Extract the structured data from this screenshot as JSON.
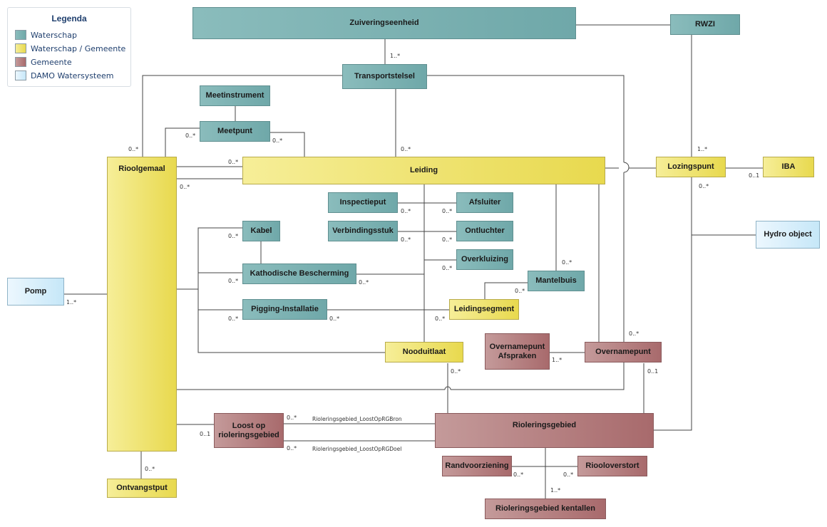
{
  "legend": {
    "title": "Legenda",
    "items": [
      {
        "label": "Waterschap",
        "color": "#7fb3b4"
      },
      {
        "label": "Waterschap / Gemeente",
        "color": "#efe37a"
      },
      {
        "label": "Gemeente",
        "color": "#b98587"
      },
      {
        "label": "DAMO Watersysteem",
        "color": "#dff1fc"
      }
    ]
  },
  "entities": {
    "zuiveringseenheid": "Zuiveringseenheid",
    "rwzi": "RWZI",
    "transportstelsel": "Transportstelsel",
    "meetinstrument": "Meetinstrument",
    "meetpunt": "Meetpunt",
    "rioolgemaal": "Rioolgemaal",
    "leiding": "Leiding",
    "lozingspunt": "Lozingspunt",
    "iba": "IBA",
    "hydro_object": "Hydro object",
    "inspectieput": "Inspectieput",
    "afsluiter": "Afsluiter",
    "verbindingsstuk": "Verbindingsstuk",
    "ontluchter": "Ontluchter",
    "kabel": "Kabel",
    "overkluizing": "Overkluizing",
    "kathodische_bescherming": "Kathodische Bescherming",
    "mantelbuis": "Mantelbuis",
    "pomp": "Pomp",
    "pigging_installatie": "Pigging-Installatie",
    "leidingsegment": "Leidingsegment",
    "overnamepunt_afspraken": "Overnamepunt\nAfspraken",
    "overnamepunt": "Overnamepunt",
    "nooduitlaat": "Nooduitlaat",
    "loost_op_rioleringsgebied": "Loost op\nrioleringsgebied",
    "rioleringsgebied": "Rioleringsgebied",
    "randvoorziening": "Randvoorziening",
    "riooloverstort": "Riooloverstort",
    "ontvangstput": "Ontvangstput",
    "rioleringsgebied_kentallen": "Rioleringsgebied kentallen"
  },
  "multiplicities": {
    "m_trans_zuiv": "1..*",
    "m_rg_trans": "0..*",
    "m_leid_trans": "0..*",
    "m_rg_meetpunt": "0..*",
    "m_leid_meetpunt": "0..*",
    "m_rg_leid1": "0..*",
    "m_rg_leid2": "0..*",
    "m_loz_rwzi": "1..*",
    "m_loz_iba": "0..1",
    "m_loz_below": "0..*",
    "m_inspectieput": "0..*",
    "m_afsluiter": "0..*",
    "m_verbindingsstuk": "0..*",
    "m_ontluchter": "0..*",
    "m_kabel": "0..*",
    "m_overkluizing": "0..*",
    "m_kath_left": "0..*",
    "m_kath_right": "0..*",
    "m_mantel_top": "0..*",
    "m_mantel_left": "0..*",
    "m_pomp": "1..*",
    "m_pig_left": "0..*",
    "m_pig_right": "0..*",
    "m_legsegment": "0..*",
    "m_overname_top": "0..*",
    "m_afspraken": "1..*",
    "m_nooduitlaat": "0..*",
    "m_overname_bottom": "0..1",
    "m_loost_left": "0..1",
    "m_loost_top": "0..*",
    "m_loost_bottom": "0..*",
    "m_ontvangstput": "0..*",
    "m_randvoorziening": "0..*",
    "m_riooloverstort": "0..*",
    "m_kentallen": "1..*"
  },
  "relations": {
    "bron": "Rioleringsgebied_LoostOpRGBron",
    "doel": "Rioleringsgebied_LoostOpRGDoel"
  }
}
